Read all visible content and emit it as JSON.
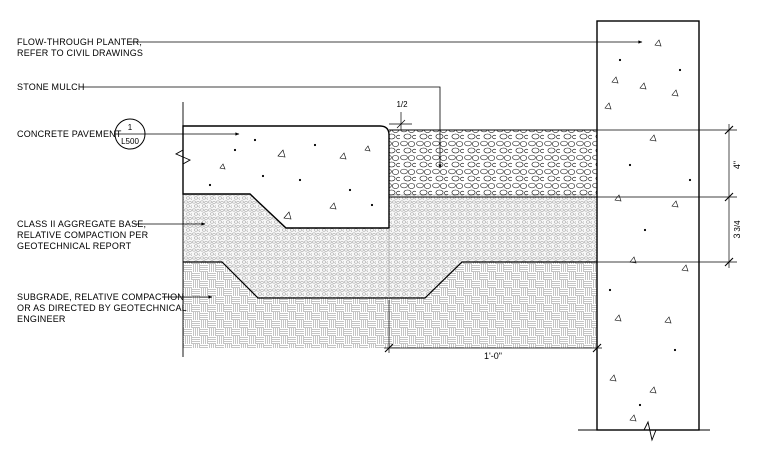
{
  "callouts": {
    "planter": [
      "FLOW-THROUGH PLANTER,",
      "REFER TO CIVIL DRAWINGS"
    ],
    "mulch": [
      "STONE MULCH"
    ],
    "pavement": [
      "CONCRETE PAVEMENT"
    ],
    "base": [
      "CLASS II AGGREGATE BASE,",
      "RELATIVE COMPACTION PER",
      "GEOTECHNICAL REPORT"
    ],
    "subgrade": [
      "SUBGRADE, RELATIVE COMPACTION",
      "OR AS DIRECTED BY GEOTECHNICAL",
      "ENGINEER"
    ]
  },
  "section_tag": {
    "number": "1",
    "sheet": "L500"
  },
  "dimensions": {
    "horizontal": "1'-0\"",
    "vertical_upper": "4\"",
    "vertical_lower_whole": "3",
    "vertical_lower_fraction": "3/4",
    "top_fraction": "1/2"
  },
  "colors": {
    "line": "#000000",
    "background": "#ffffff"
  }
}
